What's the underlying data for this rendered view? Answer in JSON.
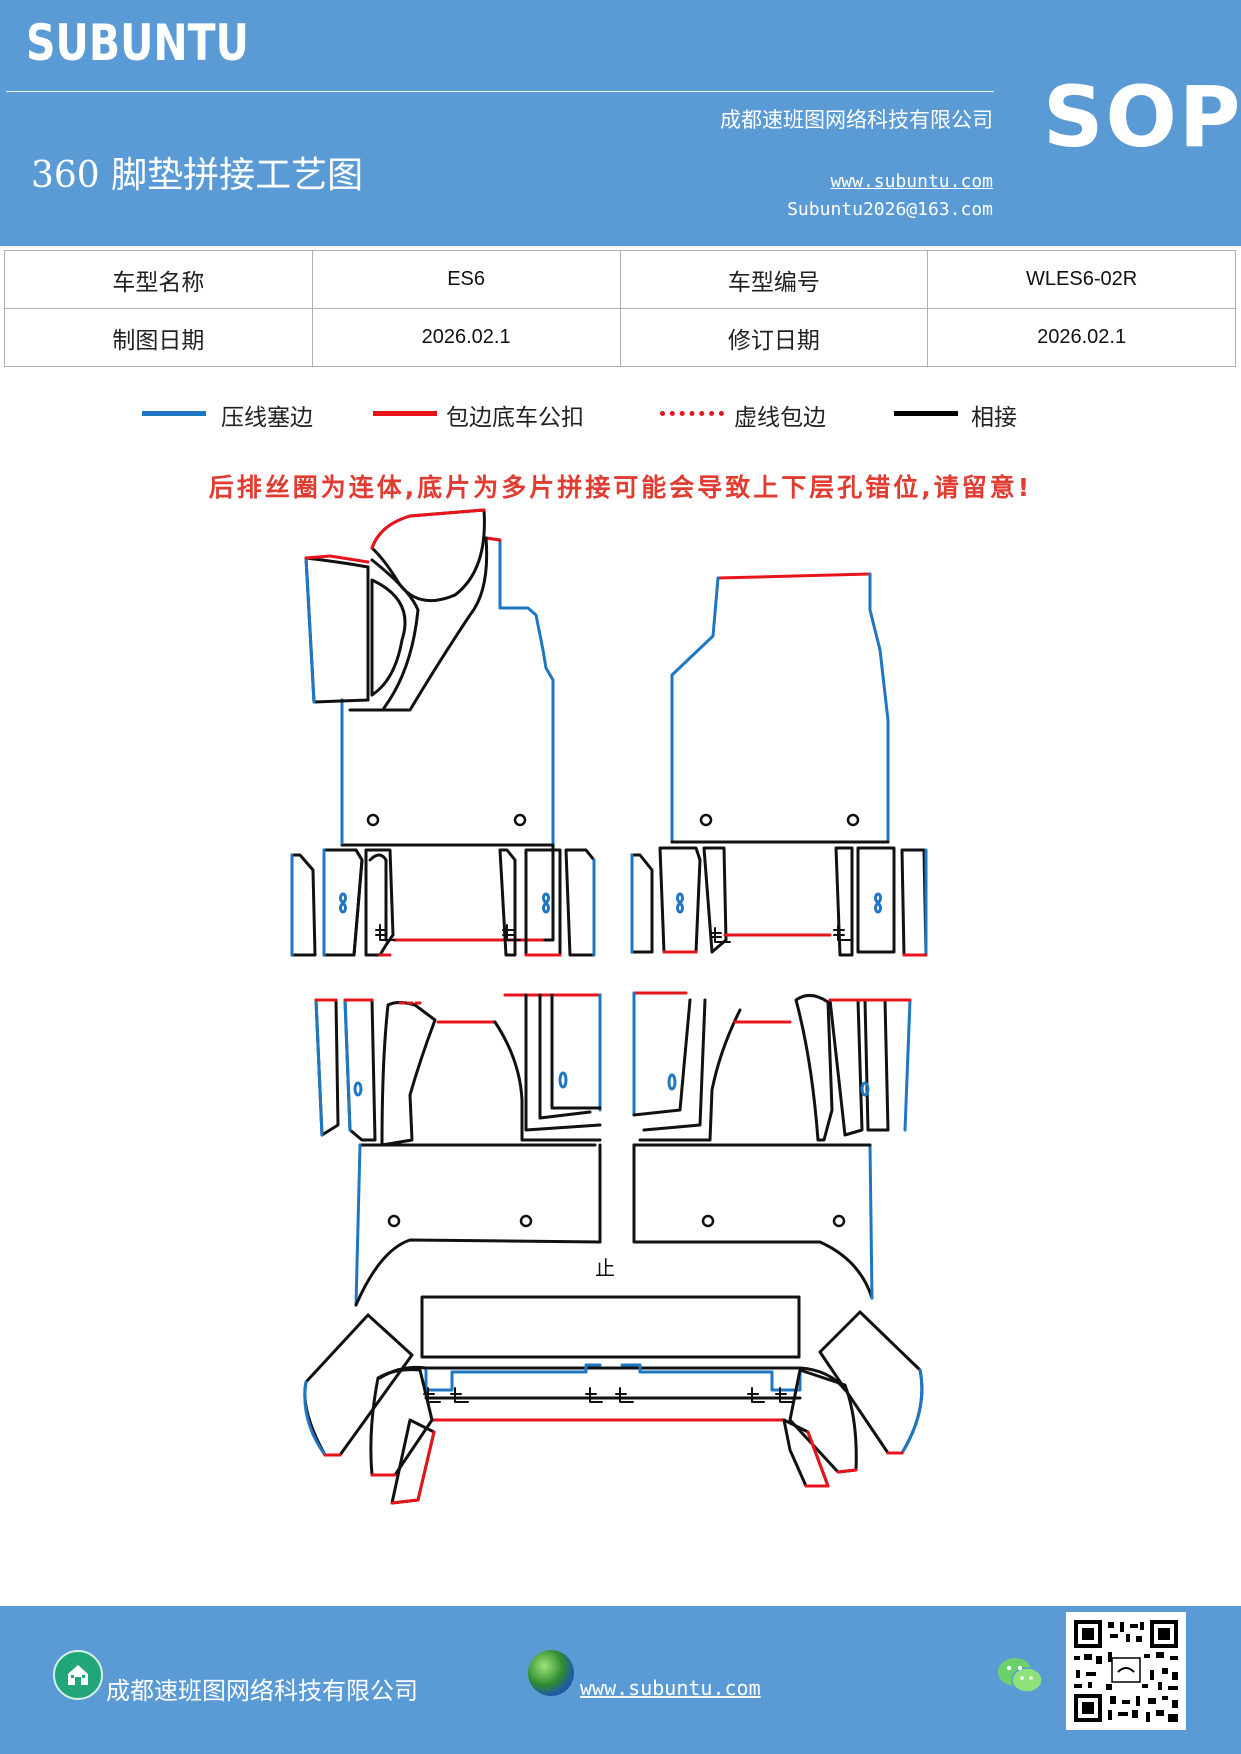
{
  "header": {
    "brand": "SUBUNTU",
    "company": "成都速班图网络科技有限公司",
    "title": "360 脚垫拼接工艺图",
    "website": "www.subuntu.com",
    "email": "Subuntu2026@163.com",
    "sop": "SOP"
  },
  "info_table": {
    "rows": [
      [
        "车型名称",
        "ES6",
        "车型编号",
        "WLES6-02R"
      ],
      [
        "制图日期",
        "2026.02.1",
        "修订日期",
        "2026.02.1"
      ]
    ]
  },
  "legend": {
    "items": [
      {
        "label": "压线塞边",
        "color": "#1f77c4",
        "style": "solid"
      },
      {
        "label": "包边底车公扣",
        "color": "#e8141b",
        "style": "solid"
      },
      {
        "label": "虚线包边",
        "color": "#e8141b",
        "style": "dotted"
      },
      {
        "label": "相接",
        "color": "#000000",
        "style": "solid"
      }
    ]
  },
  "warning": "后排丝圈为连体,底片为多片拼接可能会导致上下层孔错位,请留意!",
  "diagram": {
    "stop_mark": "止",
    "colors": {
      "blue": "#1f77c4",
      "red": "#e8141b",
      "black": "#111111"
    }
  },
  "footer": {
    "company": "成都速班图网络科技有限公司",
    "website": "www.subuntu.com",
    "icons": [
      "home-icon",
      "globe-icon",
      "wechat-icon",
      "qr-code"
    ]
  }
}
